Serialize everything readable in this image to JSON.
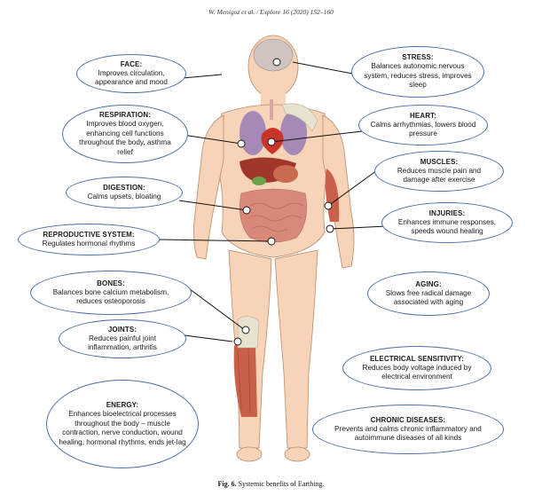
{
  "header": "W. Menigoz et al. / Explore 16 (2020) 152–160",
  "caption": {
    "label": "Fig. 6.",
    "text": "Systemic benefits of Earthing."
  },
  "callouts": {
    "face": {
      "title": "FACE:",
      "body": "Improves circulation, appearance and mood"
    },
    "respiration": {
      "title": "RESPIRATION:",
      "body": "Improves blood oxygen, enhancing cell functions throughout the body, asthma relief"
    },
    "digestion": {
      "title": "DIGESTION:",
      "body": "Calms upsets, bloating"
    },
    "reproductive": {
      "title": "REPRODUCTIVE SYSTEM:",
      "body": "Regulates hormonal rhythms"
    },
    "bones": {
      "title": "BONES:",
      "body": "Balances bone calcium metabolism, reduces osteoporosis"
    },
    "joints": {
      "title": "JOINTS:",
      "body": "Reduces painful joint inflammation, arthritis"
    },
    "energy": {
      "title": "ENERGY:",
      "body": "Enhances bioelectrical processes throughout the body – muscle contraction, nerve conduction, wound healing, hormonal rhythms, ends jet-lag"
    },
    "stress": {
      "title": "STRESS:",
      "body": "Balances autonomic nervous system, reduces stress, improves sleep"
    },
    "heart": {
      "title": "HEART:",
      "body": "Calms arrhythmias, lowers blood pressure"
    },
    "muscles": {
      "title": "MUSCLES:",
      "body": "Reduces muscle pain and damage after exercise"
    },
    "injuries": {
      "title": "INJURIES:",
      "body": "Enhances immune responses, speeds wound healing"
    },
    "aging": {
      "title": "AGING:",
      "body": "Slows free radical damage associated with aging"
    },
    "electrical": {
      "title": "ELECTRICAL SENSITIVITY:",
      "body": "Reduces body voltage induced by electrical environment"
    },
    "chronic": {
      "title": "CHRONIC DISEASES:",
      "body": "Prevents and calms chronic inflammatory and autoimmune diseases of all kinds"
    }
  },
  "colors": {
    "outline": "#4d6fa8",
    "skin": "#f7d4b8",
    "lungs": "#a58ab8",
    "heart": "#c8332a",
    "liver": "#a0362a",
    "intestine": "#d9897a",
    "muscle": "#c9604a",
    "bone": "#e8e2d0",
    "connector": "#111111"
  }
}
